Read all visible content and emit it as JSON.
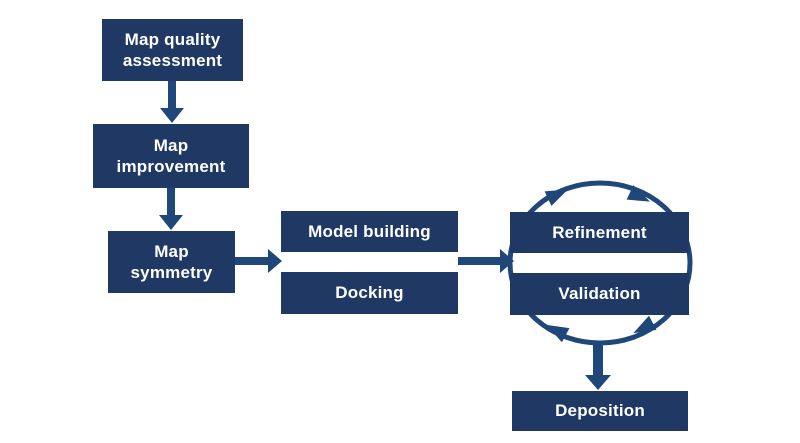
{
  "colors": {
    "background": "#ffffff",
    "box_fill": "#1f3864",
    "arrow_fill": "#20477a",
    "text": "#ffffff"
  },
  "nodes": [
    {
      "id": "map-quality-assessment",
      "label": "Map quality\nassessment"
    },
    {
      "id": "map-improvement",
      "label": "Map\nimprovement"
    },
    {
      "id": "map-symmetry",
      "label": "Map\nsymmetry"
    },
    {
      "id": "model-building",
      "label": "Model building"
    },
    {
      "id": "docking",
      "label": "Docking"
    },
    {
      "id": "refinement",
      "label": "Refinement"
    },
    {
      "id": "validation",
      "label": "Validation"
    },
    {
      "id": "deposition",
      "label": "Deposition"
    }
  ],
  "edges": [
    {
      "from": "Map quality assessment",
      "to": "Map improvement",
      "type": "arrow-down"
    },
    {
      "from": "Map improvement",
      "to": "Map symmetry",
      "type": "arrow-down"
    },
    {
      "from": "Map symmetry",
      "to": "Model building / Docking",
      "type": "arrow-right"
    },
    {
      "from": "Model building / Docking",
      "to": "Refinement / Validation",
      "type": "arrow-right"
    },
    {
      "from": "Refinement",
      "to": "Validation",
      "type": "clockwise-cycle"
    },
    {
      "from": "Refinement / Validation cycle",
      "to": "Deposition",
      "type": "arrow-down"
    }
  ]
}
